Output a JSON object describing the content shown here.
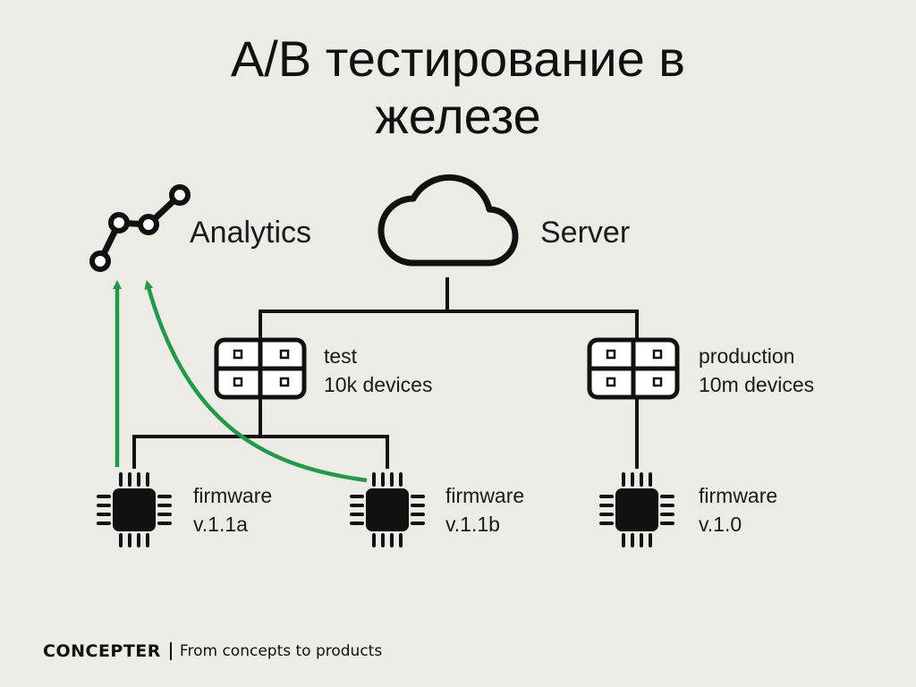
{
  "slide": {
    "title_line1": "A/B тестирование в",
    "title_line2": "железе"
  },
  "diagram": {
    "analytics": {
      "label": "Analytics",
      "icon": "analytics-graph-icon"
    },
    "server": {
      "label": "Server",
      "icon": "cloud-icon"
    },
    "groups": [
      {
        "icon": "device-grid-icon",
        "line1": "test",
        "line2": "10k devices"
      },
      {
        "icon": "device-grid-icon",
        "line1": "production",
        "line2": "10m devices"
      }
    ],
    "chips": [
      {
        "icon": "chip-icon",
        "line1": "firmware",
        "line2": "v.1.1a"
      },
      {
        "icon": "chip-icon",
        "line1": "firmware",
        "line2": "v.1.1b"
      },
      {
        "icon": "chip-icon",
        "line1": "firmware",
        "line2": "v.1.0"
      }
    ],
    "colors": {
      "line": "#111111",
      "arrow": "#1f9a48",
      "background": "#ecebe5"
    }
  },
  "footer": {
    "brand": "CONCEPTER",
    "tagline": "From concepts to products"
  }
}
